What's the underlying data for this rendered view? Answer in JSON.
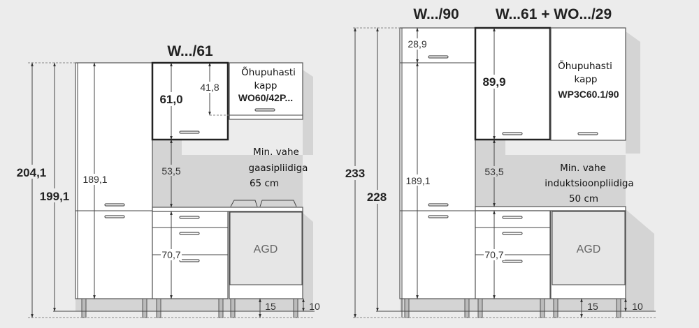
{
  "left": {
    "title": "W.../61",
    "total_height": "204,1",
    "height_no_plinth": "199,1",
    "tall_cabinet_height": "189,1",
    "wall_cabinet_height": "61,0",
    "hood_cabinet_height": "41,8",
    "gap_height": "53,5",
    "base_height": "70,7",
    "plinth_height": "15",
    "leg_height": "10",
    "hood_label_1": "Õhupuhasti",
    "hood_label_2": "kapp",
    "hood_code": "WO60/42P...",
    "note_1": "Min. vahe",
    "note_2": "gaasipliidiga",
    "note_3": "65 cm",
    "appliance": "AGD"
  },
  "right": {
    "title_1": "W.../90",
    "title_2": "W...61 + WO.../29",
    "total_height": "233",
    "height_no_plinth": "228",
    "top_cabinet_height": "28,9",
    "tall_cabinet_height": "189,1",
    "wall_cabinet_height": "89,9",
    "gap_height": "53,5",
    "base_height": "70,7",
    "plinth_height": "15",
    "leg_height": "10",
    "hood_label_1": "Õhupuhasti",
    "hood_label_2": "kapp",
    "hood_code": "WP3C60.1/90",
    "note_1": "Min. vahe",
    "note_2": "induktsioonpliidiga",
    "note_3": "50 cm",
    "appliance": "AGD"
  }
}
